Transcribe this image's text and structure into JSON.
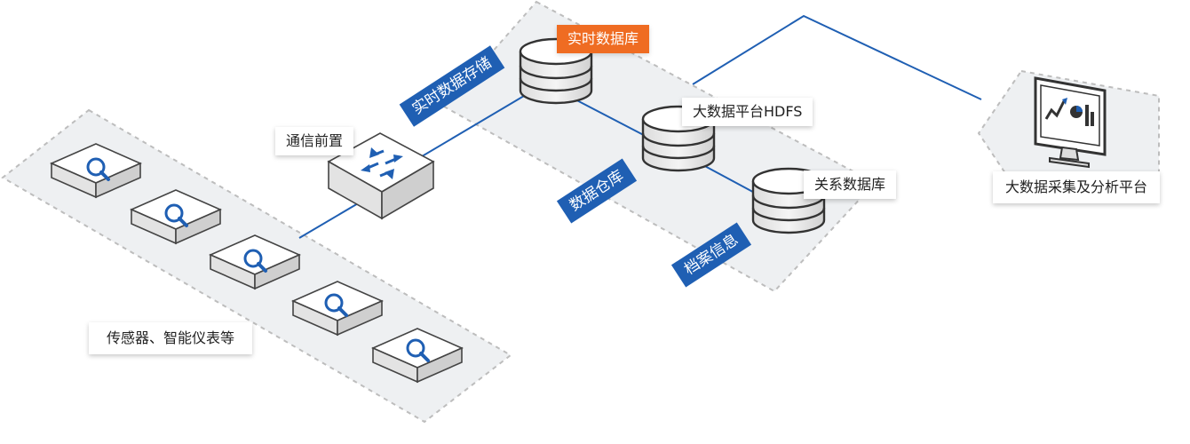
{
  "labels": {
    "realtime_db": "实时数据库",
    "hdfs": "大数据平台HDFS",
    "relational_db": "关系数据库",
    "comm_front": "通信前置",
    "sensors": "传感器、智能仪表等",
    "analysis_platform": "大数据采集及分析平台"
  },
  "tags": {
    "realtime_storage": "实时数据存储",
    "data_warehouse": "数据仓库",
    "archive_info": "档案信息"
  },
  "icons": {
    "sensor": "magnifier-icon",
    "router": "four-arrows-icon",
    "database": "database-cylinder-icon",
    "monitor": "chart-monitor-icon"
  },
  "colors": {
    "accent_blue": "#1f5fb3",
    "highlight_orange": "#ef6c22",
    "zone_fill": "#eef0f2",
    "zone_border": "#bdbdbd"
  }
}
